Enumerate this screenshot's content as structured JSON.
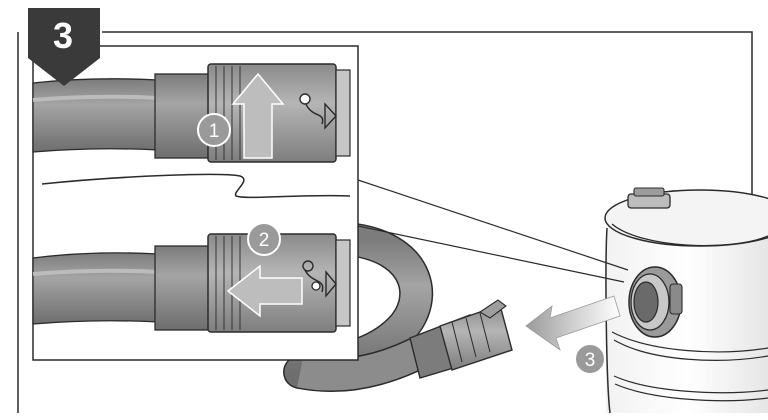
{
  "step": {
    "number": "3"
  },
  "callouts": [
    {
      "number": "1",
      "action": "slide-up"
    },
    {
      "number": "2",
      "action": "slide-left"
    },
    {
      "number": "3",
      "action": "pull-out"
    }
  ],
  "colors": {
    "outline": "#2b2b2b",
    "badge": "#3a3a3a",
    "hose": "#8f8f8f",
    "hose_dark": "#5f5f5f",
    "coupling": "#a9a9a9",
    "arrow_fill": "#bdbdbd",
    "callout_fill": "#9a9a9a",
    "callout_text": "#ffffff"
  },
  "icons": [
    "lock-symbol-icon",
    "unlock-symbol-icon",
    "arrow-up-icon",
    "arrow-left-icon",
    "arrow-pull-icon"
  ]
}
